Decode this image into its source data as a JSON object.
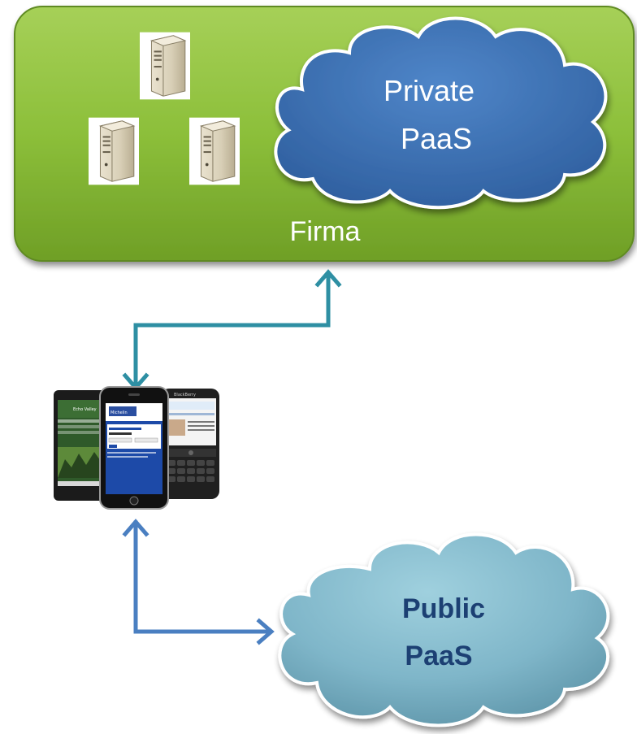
{
  "diagram": {
    "firma_box": {
      "label": "Firma",
      "color": "#8cbf3a"
    },
    "private_cloud": {
      "line1": "Private",
      "line2": "PaaS",
      "color": "#3f74b8"
    },
    "public_cloud": {
      "line1": "Public",
      "line2": "PaaS",
      "color": "#7fb6c9"
    },
    "servers": [
      {
        "icon": "server-icon"
      },
      {
        "icon": "server-icon"
      },
      {
        "icon": "server-icon"
      }
    ],
    "devices": {
      "icon": "mobile-devices-icon",
      "phone_left_text": "Echo Valley",
      "phone_center_text": "Michelin",
      "phone_right_text": "BlackBerry"
    },
    "connectors": {
      "to_firma_color": "#2e8fa3",
      "to_public_color": "#4a7fc1"
    }
  }
}
